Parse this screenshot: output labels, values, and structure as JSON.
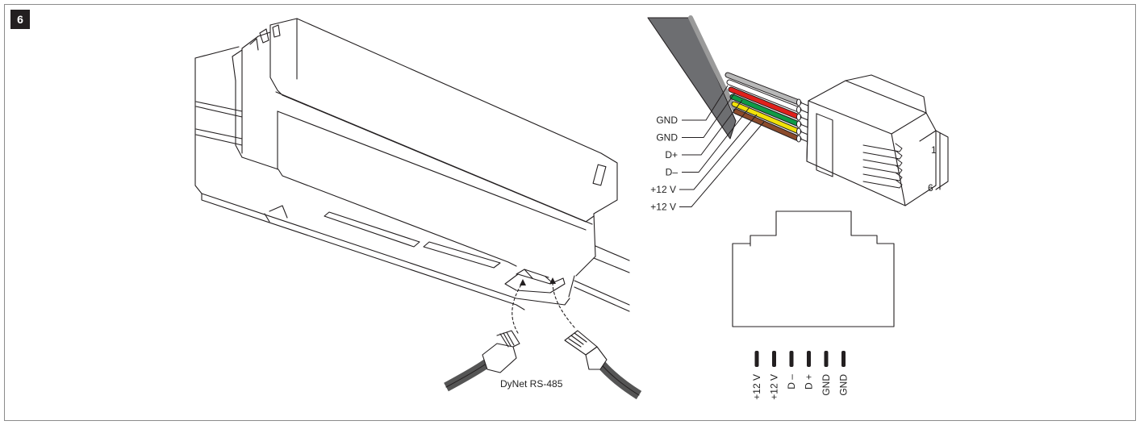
{
  "step_number": "6",
  "bus_label": "DyNet RS-485",
  "wire_labels": [
    "GND",
    "GND",
    "D+",
    "D–",
    "+12 V",
    "+12 V"
  ],
  "wire_colors": [
    "#b8b8b8",
    "#ffffff",
    "#e0201b",
    "#0e9a45",
    "#f2e20a",
    "#8b4a2b"
  ],
  "pin_labels": [
    "+12 V",
    "+12 V",
    "D –",
    "D +",
    "GND",
    "GND"
  ],
  "connector_marks": [
    "1",
    "6"
  ]
}
